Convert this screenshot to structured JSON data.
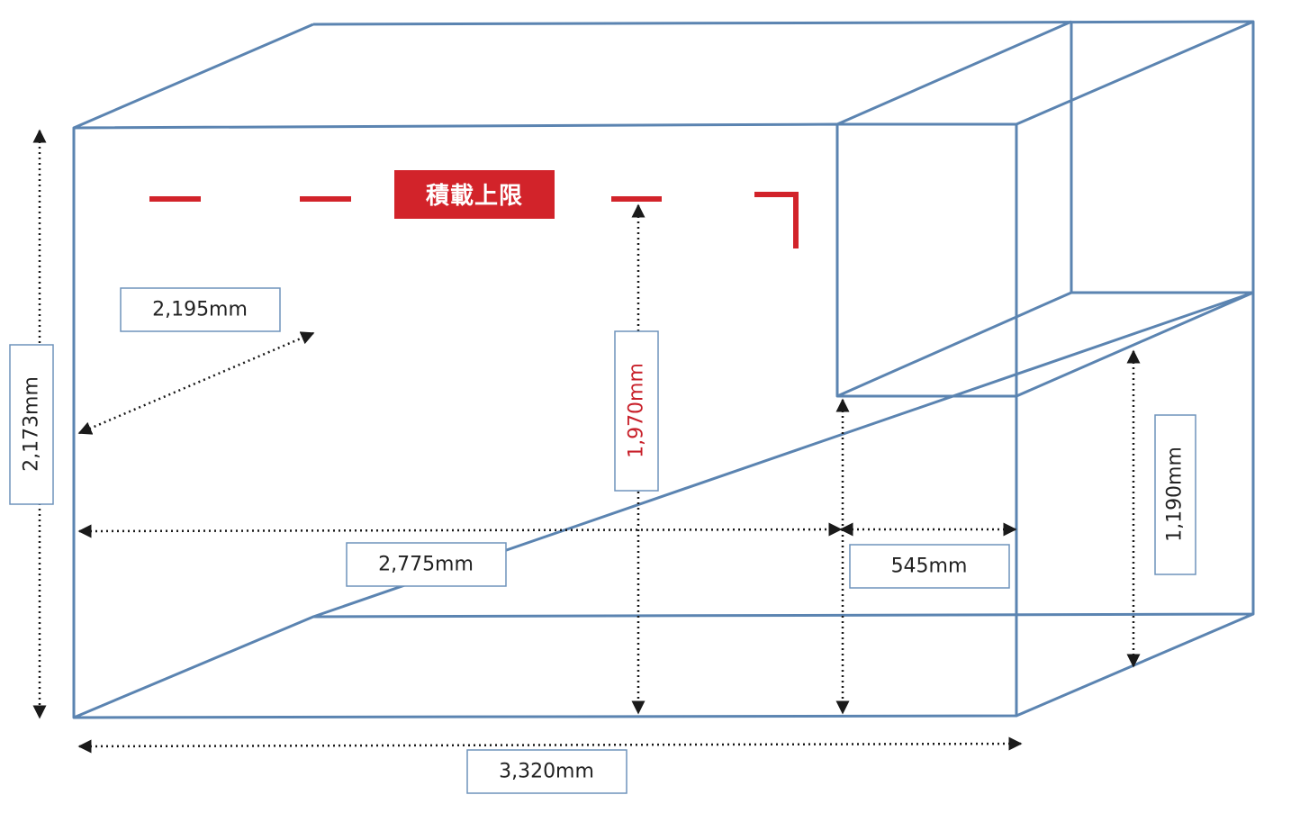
{
  "colors": {
    "edge": "#5b84b1",
    "limit_red": "#d2232a",
    "dimension_arrow": "#1a1a1a",
    "label_border": "#6f93bc"
  },
  "load_limit": {
    "label": "積載上限",
    "height_label": "1,970mm"
  },
  "dimensions": {
    "overall_height": "2,173mm",
    "depth": "2,195mm",
    "main_length": "2,775mm",
    "step_length": "545mm",
    "step_height": "1,190mm",
    "overall_length": "3,320mm"
  }
}
